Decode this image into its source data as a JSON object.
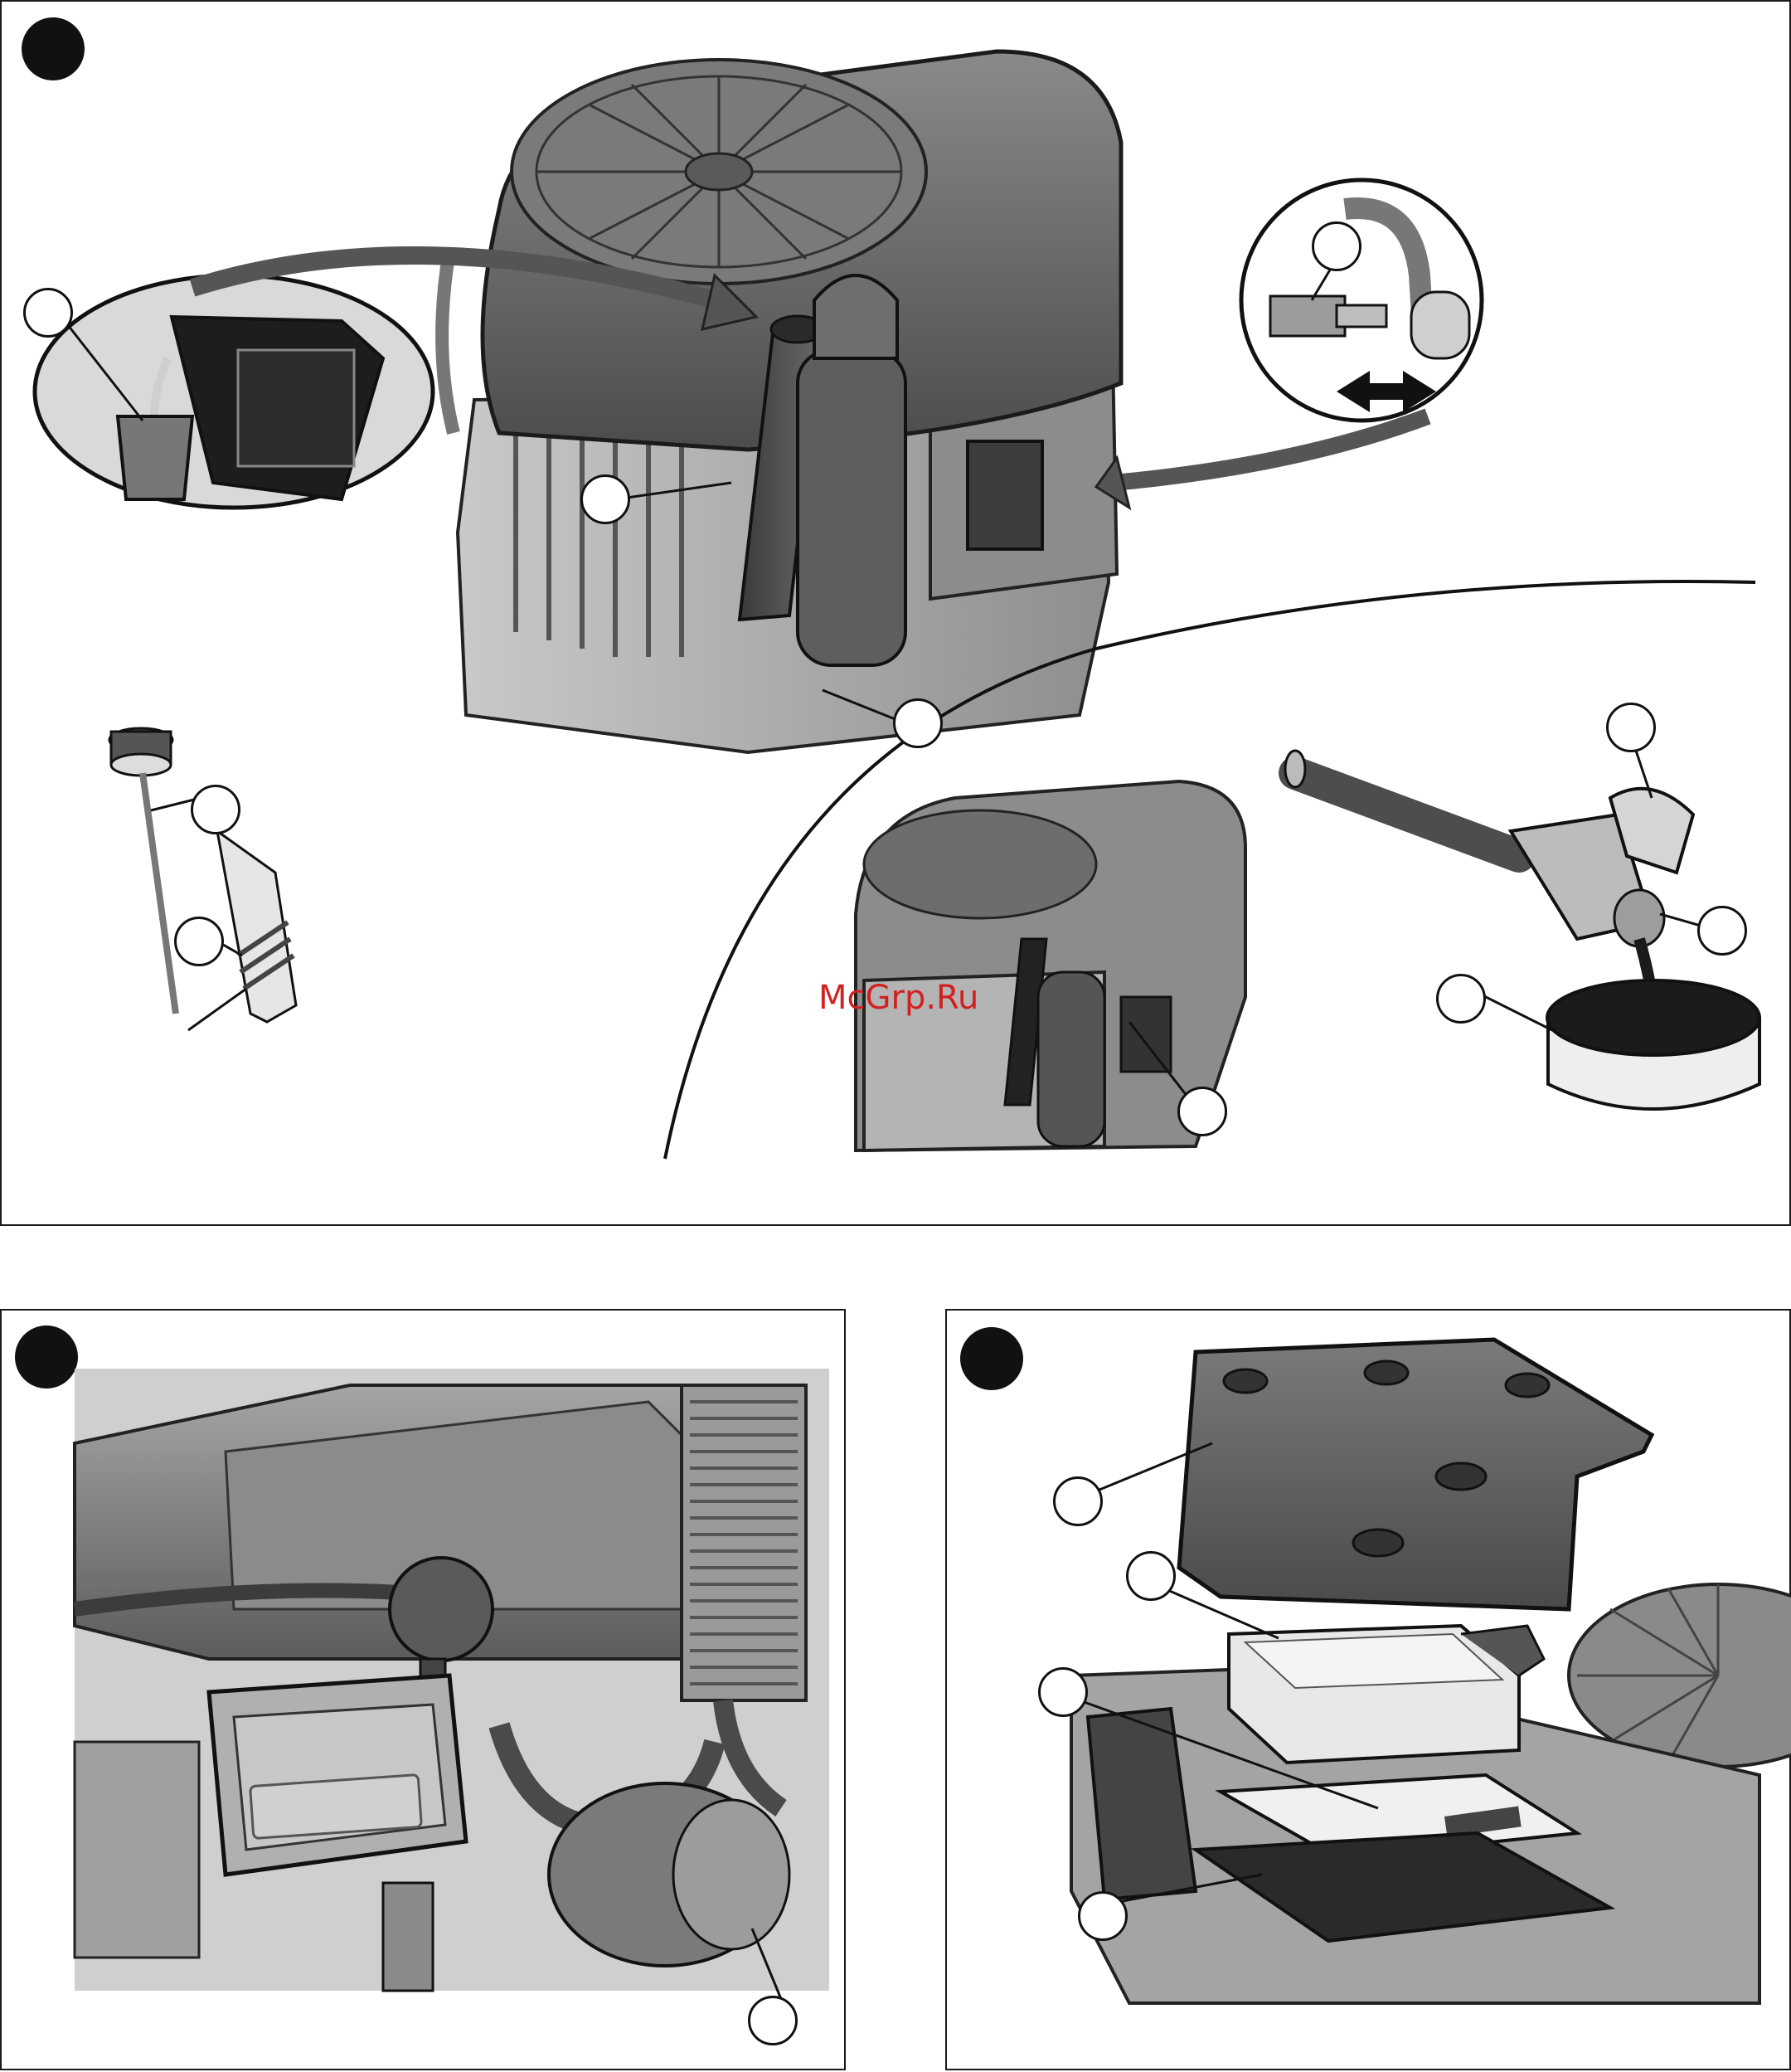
{
  "watermark": "McGrp.Ru",
  "colors": {
    "ink": "#111111",
    "panel_border": "#1a1a1a",
    "engine_dark": "#4a4a4a",
    "engine_mid": "#6e6e6e",
    "engine_light": "#a9a9a9",
    "oil": "#1b1b1b",
    "watermark": "#d22020"
  },
  "icons": {
    "step_bullet": "filled-circle",
    "callout": "empty-circle",
    "arrow": "curved-arrow",
    "double_arrow": "double-headed-arrow"
  }
}
